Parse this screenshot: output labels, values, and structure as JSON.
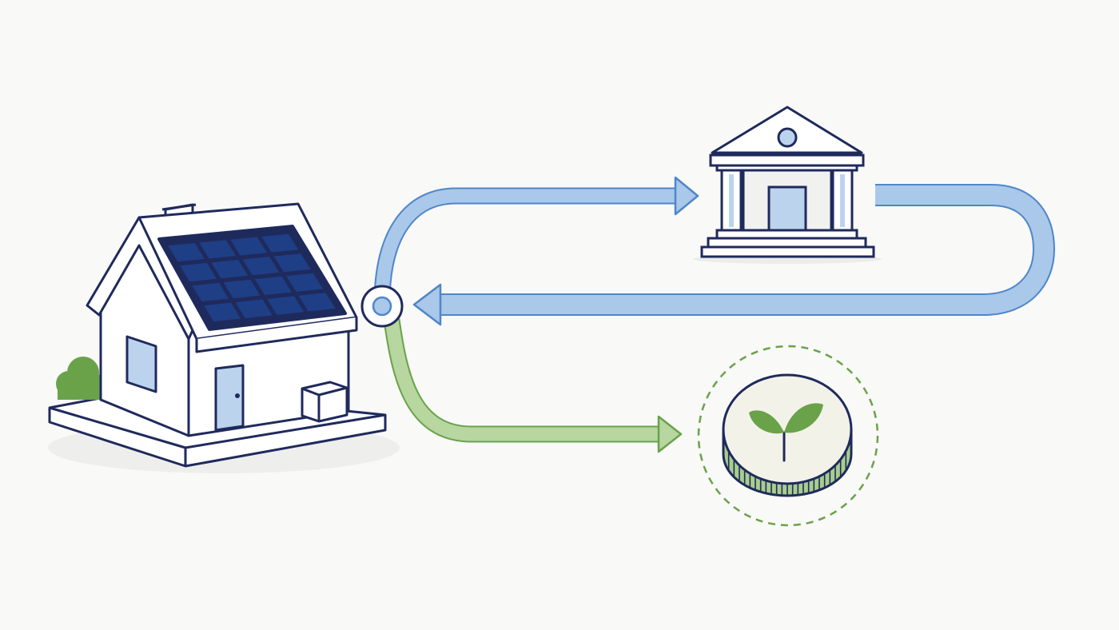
{
  "colors": {
    "background": "#f9f9f8",
    "outline": "#1f2a5c",
    "panel": "#1e3f86",
    "accent_blue": "#4f86c8",
    "light_blue": "#bcd3ee",
    "flow_blue": "#9fc0e6",
    "green": "#6aa24a",
    "flow_green": "#a8cd8e",
    "coin_face": "#f3f2e8",
    "white": "#ffffff"
  },
  "icons": {
    "house": "house-with-solar-panels-icon",
    "junction": "junction-node-icon",
    "bank": "bank-building-icon",
    "coin": "green-sprout-coin-icon"
  },
  "solar_panel": {
    "rows": 4,
    "cols": 4
  },
  "flows": [
    {
      "from": "house",
      "to": "bank",
      "color": "accent_blue"
    },
    {
      "from": "bank",
      "to": "house",
      "color": "accent_blue"
    },
    {
      "from": "house",
      "to": "coin",
      "color": "green"
    }
  ]
}
